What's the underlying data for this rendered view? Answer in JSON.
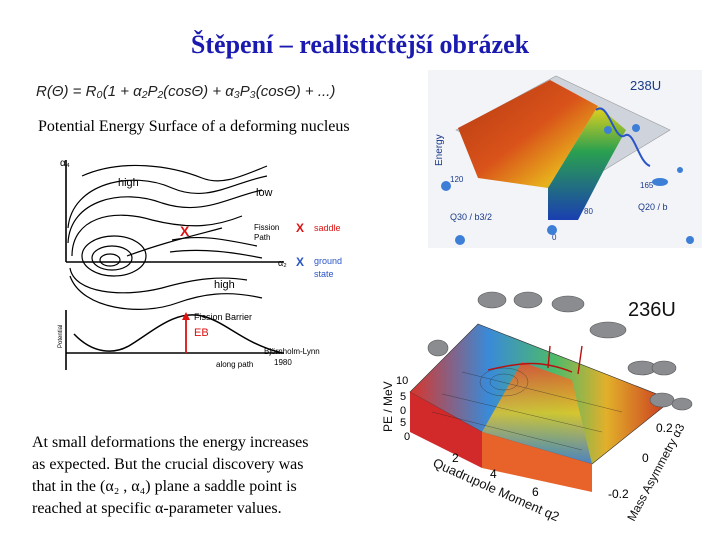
{
  "slide": {
    "title": "Štěpení – realističtější obrázek",
    "formula": "R(Θ) = R₀(1 + α₂P₂(cosΘ) + α₃P₃(cosΘ) + ...)",
    "subtitle": "Potential Energy Surface of a deforming nucleus",
    "description": [
      "At small deformations the energy increases",
      "as expected. But the crucial discovery was",
      "that in the (α₂ , α₄) plane a saddle point is",
      "reached at specific α-parameter values."
    ]
  },
  "contour_fig": {
    "axis_a4": "α₄",
    "axis_a2": "α₂",
    "label_high_top": "high",
    "label_low": "low",
    "label_high_bottom": "high",
    "fission_path": "Fission\nPath",
    "saddle_mark": "X",
    "saddle_label": "saddle",
    "ground_mark": "X",
    "ground_label1": "ground",
    "ground_label2": "state",
    "potential_label": "Potential",
    "fission_barrier": "Fission  Barrier",
    "eb_label": "EB",
    "along_path": "along path",
    "ref1": "Björnholm-Lynn",
    "ref2": "1980",
    "red_color": "#d11",
    "blue_color": "#2a55c8"
  },
  "surface_238": {
    "nucleus": "238U",
    "energy_axis": "Energy",
    "q30_axis": "Q30 / b3/2",
    "q20_axis": "Q20 / b",
    "tick_120": "120",
    "tick_80": "80",
    "tick_0": "0",
    "tick_165": "165"
  },
  "surface_236": {
    "nucleus": "236U",
    "pe_axis": "PE / MeV",
    "pe_ticks": [
      "10",
      "5",
      "0",
      "5",
      "0"
    ],
    "x_axis": "Quadrupole Moment q2",
    "x_ticks": [
      "2",
      "4",
      "6"
    ],
    "y_axis": "Mass Asymmetry α3",
    "y_ticks": [
      "0.2",
      "0",
      "-0.2"
    ]
  }
}
